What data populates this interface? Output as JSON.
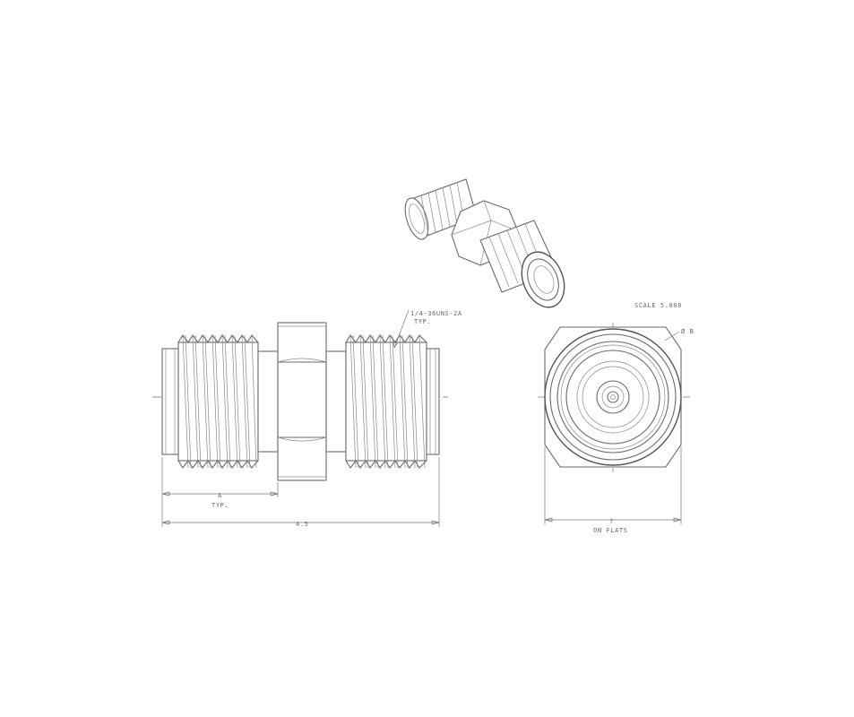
{
  "watermark": "",
  "front_view": {
    "thread_callout_line1": "1/4-36UNS-2A",
    "thread_callout_line2": "TYP.",
    "dim_body_value": "A",
    "dim_body_note": "TYP.",
    "dim_overall_value": "4.5"
  },
  "end_view": {
    "scale_label": "SCALE 5.000",
    "diameter_callout": "Ø B",
    "dim_flats_value": "?",
    "dim_flats_note": "ON FLATS"
  },
  "colors": {
    "line": "#6a6a6a",
    "background": "#ffffff"
  }
}
